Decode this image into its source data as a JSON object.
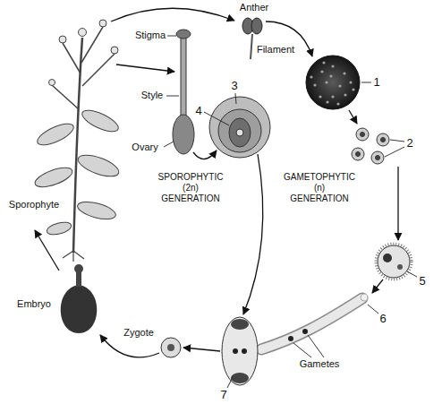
{
  "diagram": {
    "labels": [
      "Anther",
      "Stigma",
      "Filament",
      "1",
      "Style",
      "3",
      "4",
      "Ovary",
      "2",
      "Sporophyte",
      "SPOROPHYTIC (2n) GENERATION",
      "GAMETOPHYTIC (n) GENERATION",
      "Embryo",
      "5",
      "6",
      "Gametes",
      "Zygote",
      "7"
    ]
  }
}
